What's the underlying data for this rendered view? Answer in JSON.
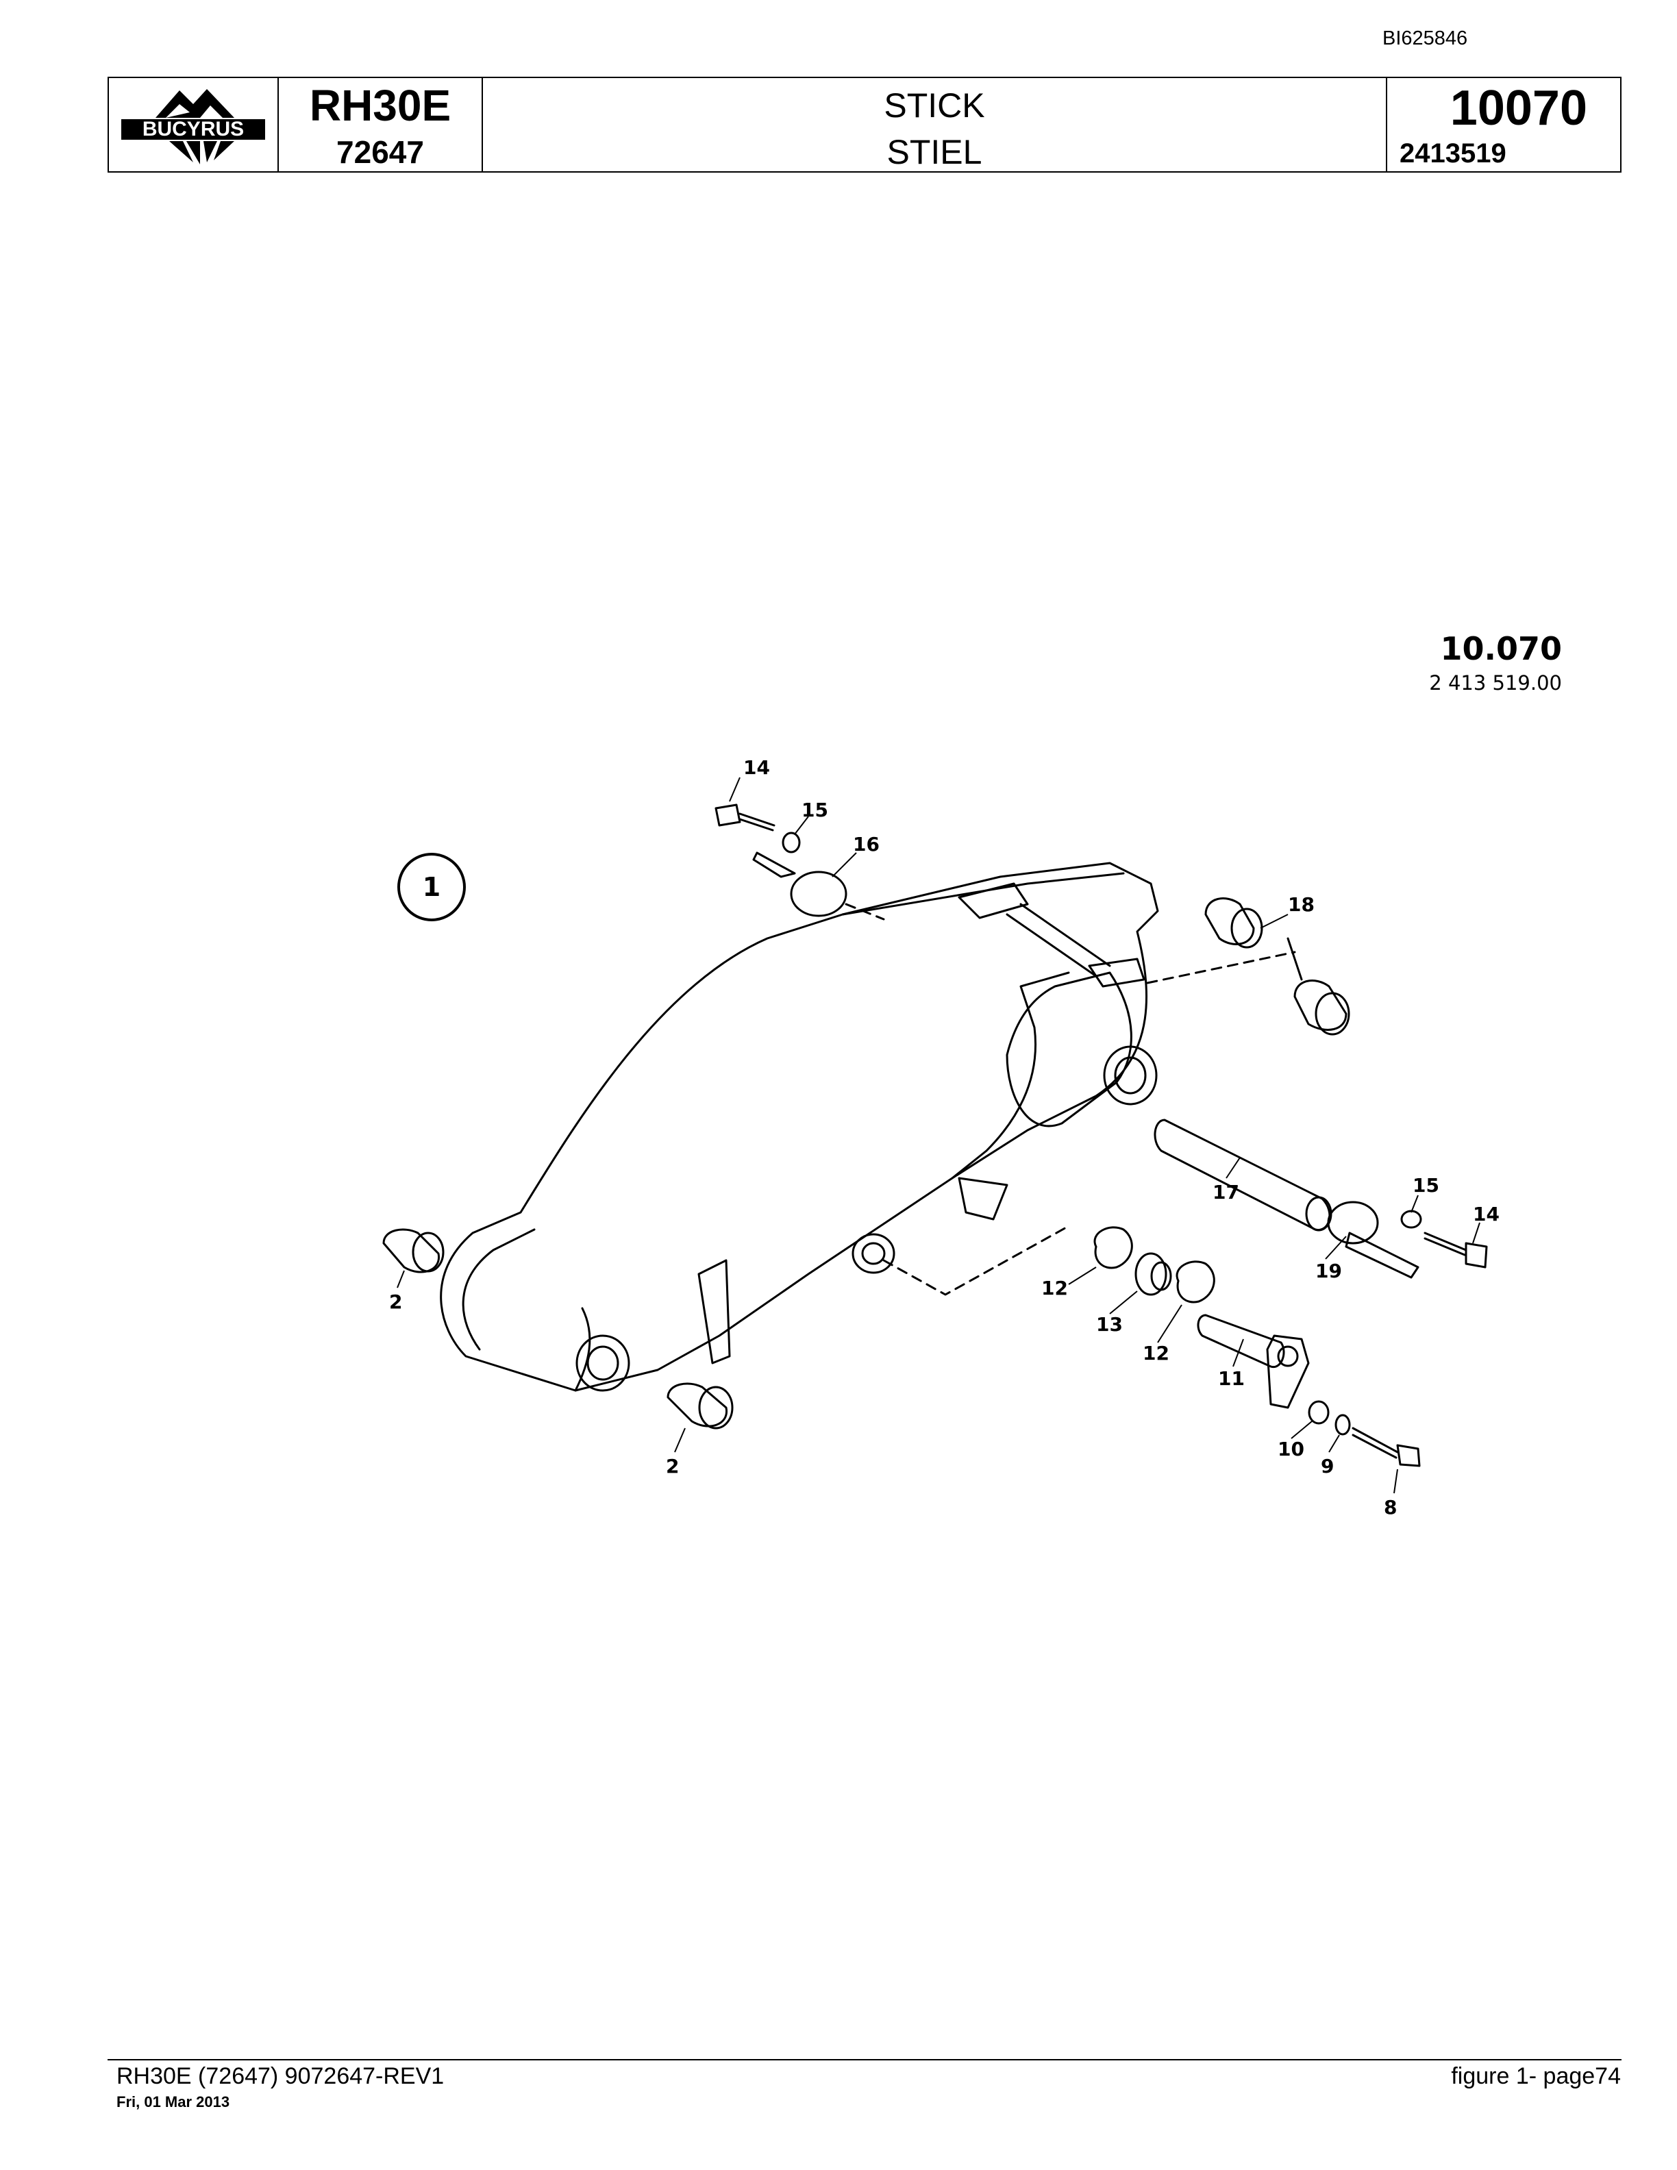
{
  "doc_id": "BI625846",
  "header": {
    "logo_text": "BUCYRUS",
    "model": "RH30E",
    "model_number": "72647",
    "title_en": "STICK",
    "title_de": "STIEL",
    "part_group": "10070",
    "part_number": "2413519"
  },
  "figure": {
    "code": "10.070",
    "code_sub": "2 413 519.00",
    "figure_number": "1",
    "callouts": {
      "c14a": "14",
      "c15a": "15",
      "c16": "16",
      "c18": "18",
      "c17": "17",
      "c15b": "15",
      "c14b": "14",
      "c19": "19",
      "c2a": "2",
      "c2b": "2",
      "c12a": "12",
      "c13": "13",
      "c12b": "12",
      "c11": "11",
      "c10": "10",
      "c9": "9",
      "c8": "8"
    }
  },
  "footer": {
    "left": "RH30E (72647) 9072647-REV1",
    "date": "Fri, 01 Mar 2013",
    "right": "figure  1- page74"
  }
}
